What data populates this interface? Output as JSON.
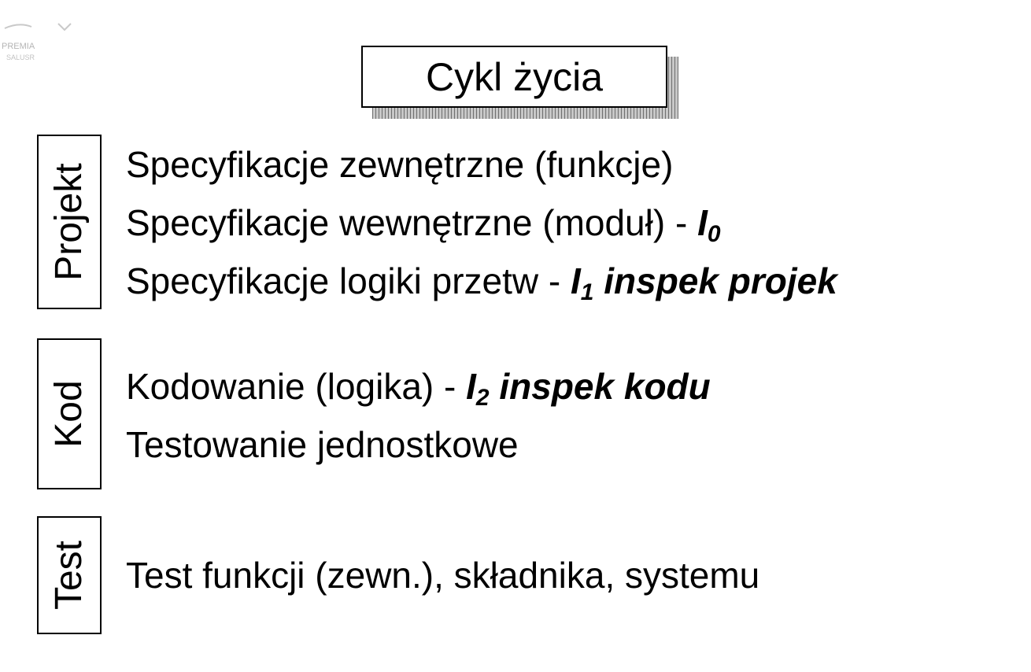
{
  "title": "Cykl życia",
  "logo": {
    "icon": "institution-logo-icon",
    "line1": "PREMIA",
    "line2": "SALUSR"
  },
  "phases": [
    {
      "label": "Projekt",
      "lines": [
        {
          "text": "Specyfikacje zewnętrzne (funkcje)",
          "hl_main": "",
          "hl_sub": "",
          "hl_rest": ""
        },
        {
          "text": "Specyfikacje wewnętrzne (moduł) - ",
          "hl_main": "I",
          "hl_sub": "0",
          "hl_rest": ""
        },
        {
          "text": "Specyfikacje logiki przetw - ",
          "hl_main": "I",
          "hl_sub": "1",
          "hl_rest": " inspek projek"
        }
      ]
    },
    {
      "label": "Kod",
      "lines": [
        {
          "text": "Kodowanie (logika) - ",
          "hl_main": "I",
          "hl_sub": "2",
          "hl_rest": " inspek kodu"
        },
        {
          "text": "Testowanie jednostkowe",
          "hl_main": "",
          "hl_sub": "",
          "hl_rest": ""
        }
      ]
    },
    {
      "label": "Test",
      "lines": [
        {
          "text": "Test funkcji (zewn.), składnika, systemu",
          "hl_main": "",
          "hl_sub": "",
          "hl_rest": ""
        }
      ]
    }
  ]
}
